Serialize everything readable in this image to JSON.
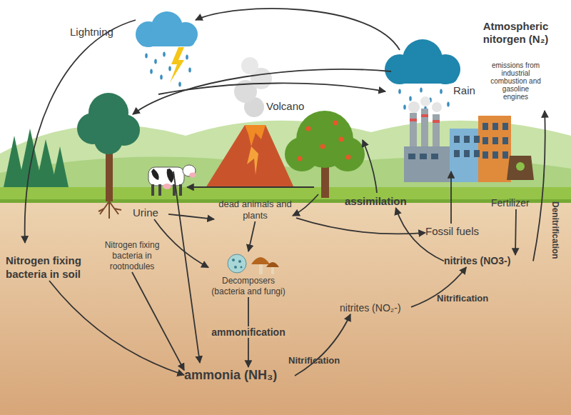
{
  "diagram": {
    "nodes": [
      {
        "text": [
          "Atmospheric nitorgen (N₂)",
          "emissions from industrial combustion and gasoline engines"
        ]
      },
      {
        "text": [
          "Nitrogen fixing bacteria in soil"
        ]
      },
      {
        "text": [
          "Nitrogen fixing bacteria in rootnodules"
        ]
      },
      {
        "text": [
          "dead animals and plants"
        ]
      },
      {
        "text": [
          "Decomposers (bacteria and fungi)"
        ]
      },
      {
        "text": [
          "ammonia (NH₃)"
        ]
      },
      {
        "text": [
          "nitrites (NO₂-)"
        ]
      },
      {
        "text": [
          "nitrites (NO3-)"
        ]
      },
      {
        "text": [
          "assimilation"
        ]
      },
      {
        "text": [
          "Fossil fuels"
        ]
      },
      {
        "text": [
          "Fertilizer"
        ]
      },
      {
        "text": [
          "Urine"
        ]
      }
    ],
    "edges": [
      {
        "from": 4,
        "to": 5,
        "arrow": "to",
        "label": "ammonification"
      },
      {
        "from": 5,
        "to": 6,
        "arrow": "to",
        "label": "Nitrification"
      },
      {
        "from": 6,
        "to": 7,
        "arrow": "to",
        "label": "Nitrification"
      },
      {
        "from": 7,
        "to": 0,
        "arrow": "to",
        "label": "Denitrification"
      },
      {
        "from": 10,
        "to": 7,
        "arrow": "to"
      },
      {
        "from": 7,
        "to": 8,
        "arrow": "to"
      },
      {
        "from": 3,
        "to": 4,
        "arrow": "to"
      },
      {
        "from": 11,
        "to": 4,
        "arrow": "to"
      },
      {
        "from": 11,
        "to": 3,
        "arrow": "to"
      },
      {
        "from": 3,
        "to": 9,
        "arrow": "to"
      },
      {
        "from": 2,
        "to": 5,
        "arrow": "to"
      },
      {
        "from": 1,
        "to": 5,
        "arrow": "to"
      }
    ],
    "labels": [
      "Lightning",
      "Volcano",
      "Rain"
    ]
  }
}
